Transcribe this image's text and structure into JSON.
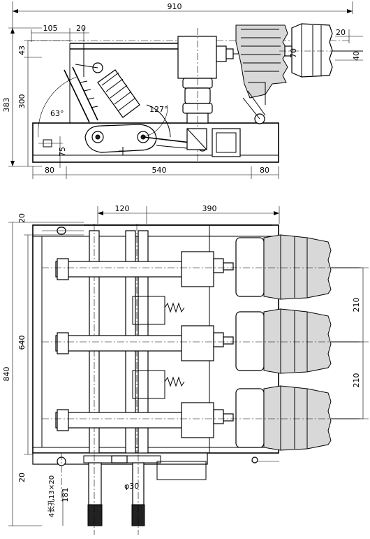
{
  "dimensions": {
    "top_width": "910",
    "top_105": "105",
    "top_20": "20",
    "right_20": "20",
    "right_70": "70",
    "right_40": "40",
    "left_43": "43",
    "left_300": "300",
    "left_383": "383",
    "left_75": "75",
    "angle_63": "63°",
    "angle_127": "127°",
    "bottom_80_left": "80",
    "bottom_540": "540",
    "bottom_80_right": "80",
    "plan_120": "120",
    "plan_390": "390",
    "plan_20_top": "20",
    "plan_640": "640",
    "plan_840": "840",
    "plan_210_a": "210",
    "plan_210_b": "210",
    "plan_20_bottom": "20",
    "plan_181": "181",
    "plan_phi30": "φ30",
    "plan_holes": "4长孔13×20"
  }
}
